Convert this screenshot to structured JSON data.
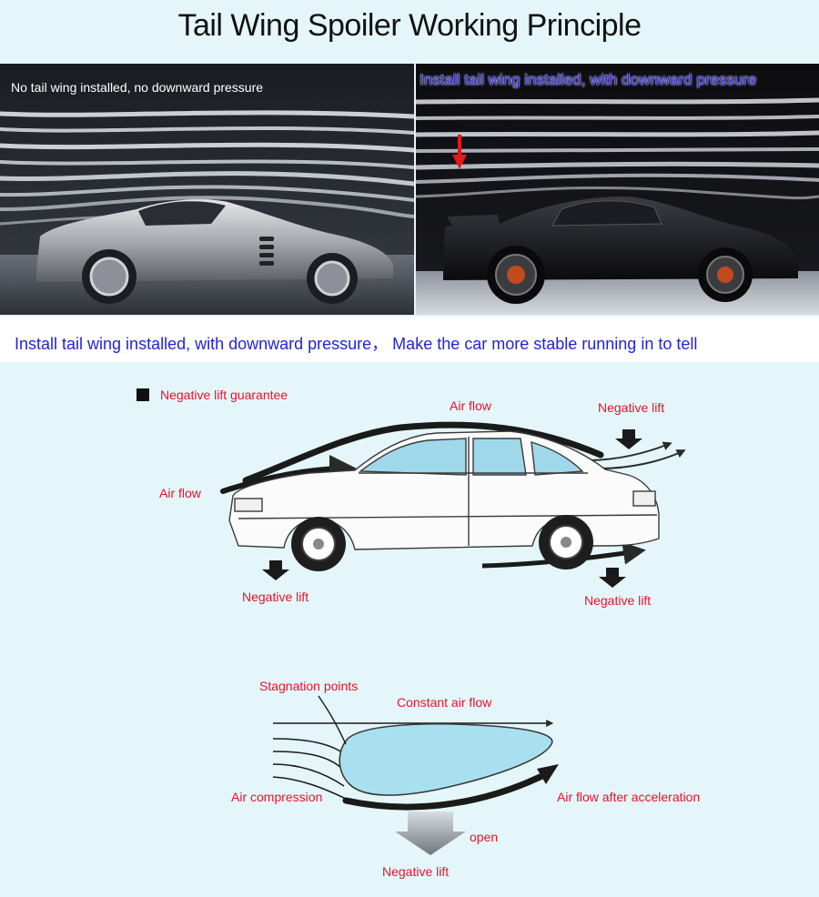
{
  "title": "Tail Wing Spoiler Working Principle",
  "photos": {
    "left_caption": "No tail wing installed, no downward pressure",
    "right_caption": "Install  tail wing installed, with downward pressure"
  },
  "banner": "Install  tail wing installed, with downward pressure， Make the car more stable running in to tell",
  "car_diagram": {
    "legend": "Negative lift guarantee",
    "air_flow_top": "Air flow",
    "air_flow_front": "Air flow",
    "negative_lift_rear_top": "Negative lift",
    "negative_lift_front_wheel": "Negative lift",
    "negative_lift_rear_wheel": "Negative lift"
  },
  "wing_diagram": {
    "stagnation_points": "Stagnation points",
    "constant_air_flow": "Constant air flow",
    "air_compression": "Air compression",
    "air_flow_after_acceleration": "Air flow after acceleration",
    "open": "open",
    "negative_lift": "Negative lift"
  },
  "colors": {
    "label_red": "#e8122a",
    "banner_blue": "#2222dd",
    "wing_fill": "#a9e0ef"
  }
}
